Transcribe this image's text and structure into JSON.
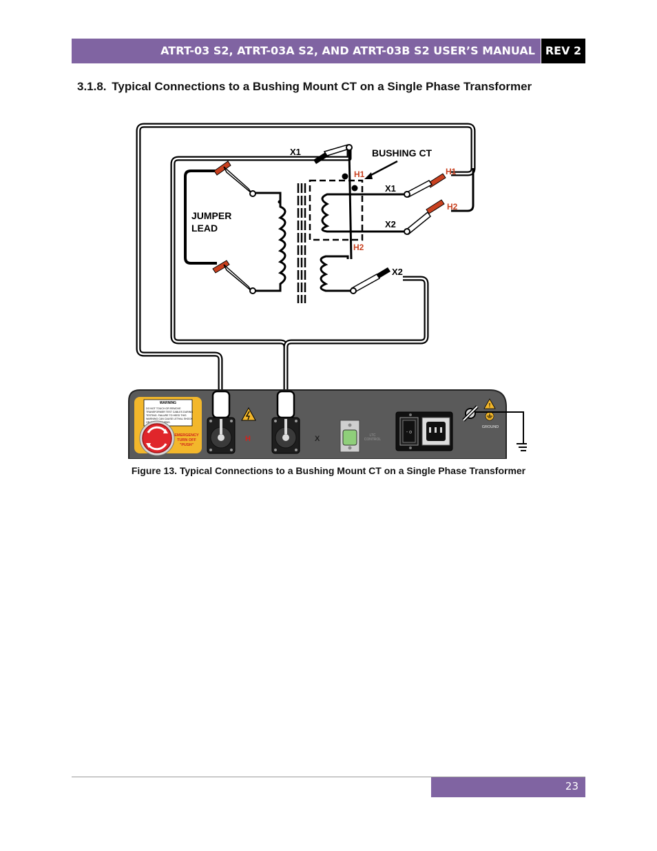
{
  "header": {
    "title": "ATRT-03 S2, ATRT-03A S2, AND ATRT-03B S2 USER’S MANUAL",
    "rev": "REV 2"
  },
  "section": {
    "number": "3.1.8.",
    "title": "Typical Connections to a Bushing Mount CT on a Single Phase Transformer"
  },
  "diagram": {
    "labels": {
      "x1_top": "X1",
      "bushing_ct": "BUSHING CT",
      "h1_left": "H1",
      "h1_right": "H1",
      "h2_right": "H2",
      "x1_mid": "X1",
      "x2_mid": "X2",
      "h2_bottom": "H2",
      "x2_bottom": "X2",
      "jumper_1": "JUMPER",
      "jumper_2": "LEAD"
    },
    "panel": {
      "warning_title": "WARNING",
      "warning_lines": [
        "DO NOT TOUCH OR REMOVE",
        "TRANSFORMER TEST CABLES DURING",
        "TESTING. FAILURE TO HEED THIS",
        "WARNING CAN CAUSE LETHAL SHOCK",
        "OR SEVERE BURNS."
      ],
      "emergency_1": "EMERGENCY",
      "emergency_2": "TURN OFF",
      "emergency_3": "\"PUSH\"",
      "h_terminal": "H",
      "x_terminal": "X",
      "ltc_1": "LTC",
      "ltc_2": "CONTROL",
      "ground": "GROUND"
    },
    "colors": {
      "wire": "#000000",
      "clamp_red": "#c8401f",
      "label_red": "#c8401f",
      "panel": "#5a5a5a",
      "warning_bg": "#f3b72b"
    }
  },
  "figure": {
    "caption": "Figure 13. Typical Connections to a Bushing Mount CT on a Single Phase Transformer"
  },
  "footer": {
    "page_number": "23"
  }
}
